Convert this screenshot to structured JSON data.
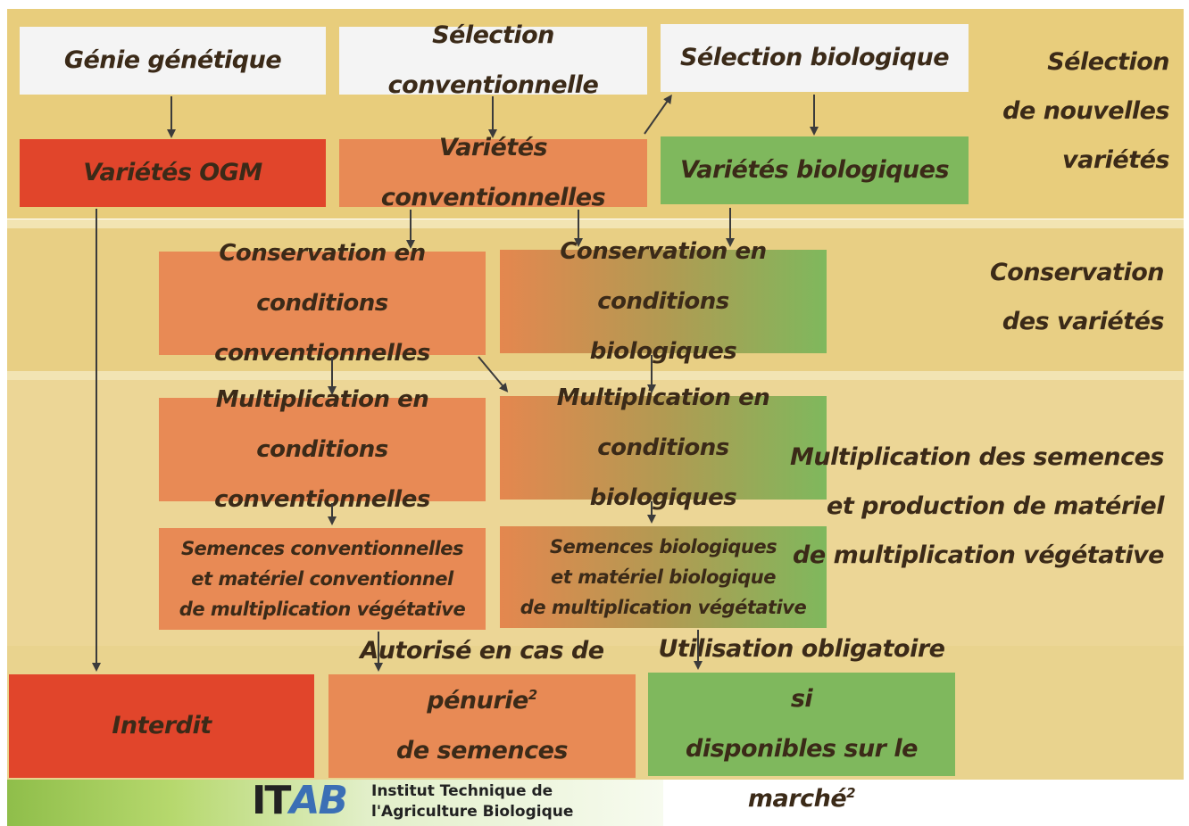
{
  "row1": {
    "genie": "Génie génétique",
    "sel_conv": "Sélection conventionnelle",
    "sel_bio": "Sélection biologique"
  },
  "row2": {
    "ogm": "Variétés OGM",
    "conv": "Variétés conventionnelles",
    "bio": "Variétés biologiques"
  },
  "conservation": {
    "conv": [
      "Conservation en conditions",
      "conventionnelles"
    ],
    "bio": [
      "Conservation en conditions",
      "biologiques"
    ]
  },
  "multiplication": {
    "conv": [
      "Multiplication en conditions",
      "conventionnelles"
    ],
    "bio": [
      "Multiplication en conditions",
      "biologiques"
    ]
  },
  "semences": {
    "conv": [
      "Semences conventionnelles",
      "et matériel conventionnel",
      "de multiplication végétative"
    ],
    "bio": [
      "Semences biologiques",
      "et matériel biologique",
      "de multiplication végétative"
    ]
  },
  "outcomes": {
    "interdit": "Interdit",
    "autorise": [
      "Autorisé en cas de pénurie",
      "2",
      "de semences biologiques"
    ],
    "obligatoire": [
      "Utilisation obligatoire si",
      "disponibles sur le marché",
      "2"
    ]
  },
  "side_labels": {
    "selection": [
      "Sélection",
      "de nouvelles",
      "variétés"
    ],
    "conservation": [
      "Conservation",
      "des variétés"
    ],
    "multiplication": [
      "Multiplication des semences",
      "et production de matériel",
      "de multiplication végétative"
    ]
  },
  "footer": {
    "logo_left": "IT",
    "logo_right": "AB",
    "line1": "Institut Technique de",
    "line2": "l'Agriculture Biologique"
  },
  "colors": {
    "red": "#e1452b",
    "orange": "#e88a55",
    "green": "#7fb85d",
    "band": "#e8cd7c"
  }
}
